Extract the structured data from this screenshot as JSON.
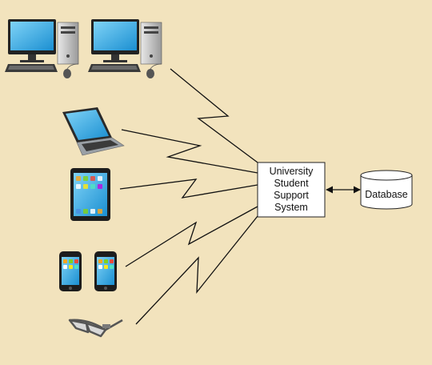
{
  "diagram": {
    "system_box": {
      "lines": [
        "University",
        "Student",
        "Support",
        "System"
      ]
    },
    "database": {
      "label": "Database"
    },
    "devices": [
      {
        "name": "desktop-computer-icon",
        "count": 2
      },
      {
        "name": "laptop-icon",
        "count": 1
      },
      {
        "name": "tablet-icon",
        "count": 1
      },
      {
        "name": "smartphone-icon",
        "count": 2
      },
      {
        "name": "smart-glasses-icon",
        "count": 1
      }
    ],
    "colors": {
      "background": "#f2e3bd",
      "screen": "#2aa7e6",
      "device_body": "#2b2b2b",
      "line": "#111111",
      "box_fill": "#ffffff"
    }
  }
}
